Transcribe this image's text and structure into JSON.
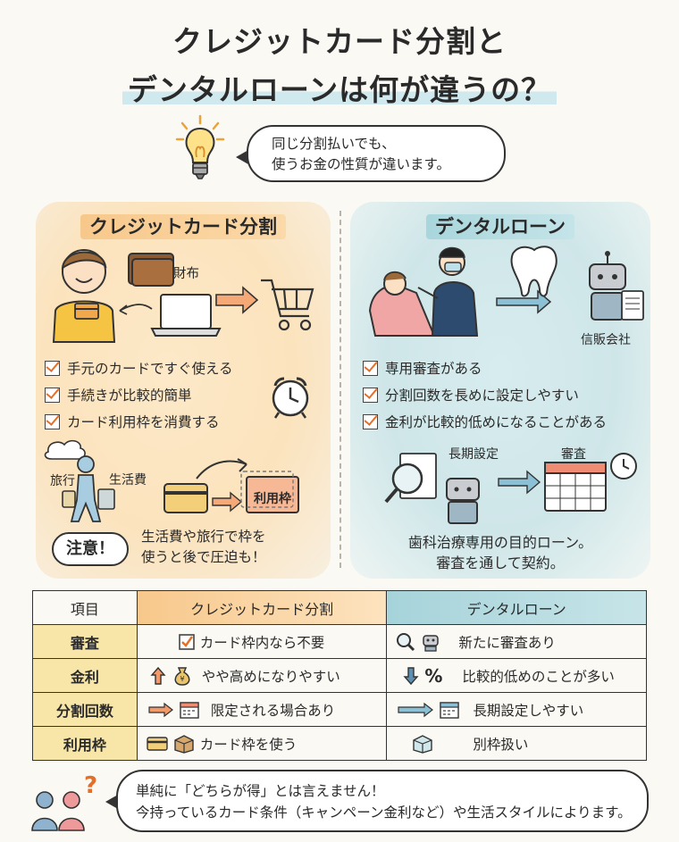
{
  "title": {
    "line1": "クレジットカード分割と",
    "line2": "デンタルローンは何が違うの？"
  },
  "intro": {
    "line1": "同じ分割払いでも、",
    "line2": "使うお金の性質が違います。"
  },
  "credit": {
    "heading": "クレジットカード分割",
    "wallet_label": "財布",
    "points": [
      "手元のカードですぐ使える",
      "手続きが比較的簡単",
      "カード利用枠を消費する"
    ],
    "travel_label": "旅行",
    "living_label": "生活費",
    "limit_label": "利用枠",
    "caution_label": "注意！",
    "caution_text_1": "生活費や旅行で枠を",
    "caution_text_2": "使うと後で圧迫も！"
  },
  "dental": {
    "heading": "デンタルローン",
    "lender_label": "信販会社",
    "points": [
      "専用審査がある",
      "分割回数を長めに設定しやすい",
      "金利が比較的低めになることがある"
    ],
    "long_term_label": "長期設定",
    "review_label": "審査",
    "caption_1": "歯科治療専用の目的ローン。",
    "caption_2": "審査を通して契約。"
  },
  "table": {
    "headers": [
      "項目",
      "クレジットカード分割",
      "デンタルローン"
    ],
    "rows": [
      {
        "item": "審査",
        "credit": "カード枠内なら不要",
        "dental": "新たに審査あり"
      },
      {
        "item": "金利",
        "credit": "やや高めになりやすい",
        "dental": "比較的低めのことが多い"
      },
      {
        "item": "分割回数",
        "credit": "限定される場合あり",
        "dental": "長期設定しやすい"
      },
      {
        "item": "利用枠",
        "credit": "カード枠を使う",
        "dental": "別枠扱い"
      }
    ]
  },
  "footer": {
    "line1": "単純に「どちらが得」とは言えません！",
    "line2": "今持っているカード条件（キャンペーン金利など）や生活スタイルによります。"
  },
  "colors": {
    "credit_accent": "#f7c88b",
    "dental_accent": "#a8d6dc",
    "row_header": "#f8e6a8",
    "check_mark": "#e2702b"
  }
}
